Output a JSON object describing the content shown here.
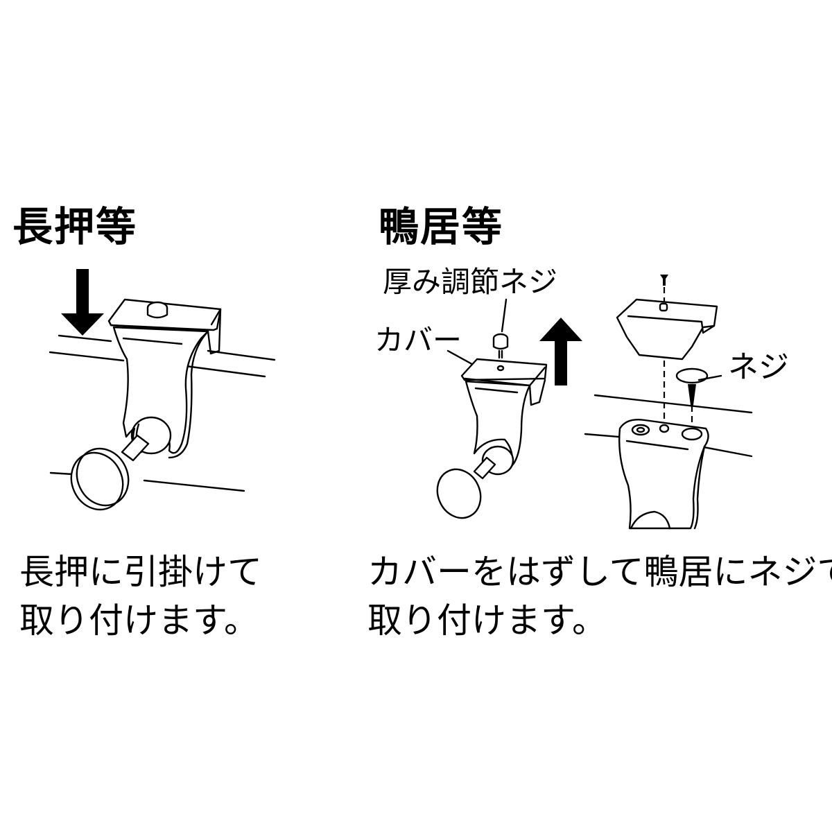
{
  "left_panel": {
    "heading": "長押等",
    "caption_lines": [
      "長押に引掛けて",
      "取り付けます。"
    ],
    "arrow_direction": "down"
  },
  "right_panel": {
    "heading": "鴨居等",
    "labels": {
      "thickness_screw": "厚み調節ネジ",
      "cover": "カバー",
      "screw": "ネジ"
    },
    "caption_lines": [
      "カバーをはずして鴨居にネジで",
      "取り付けます。"
    ],
    "arrow_direction": "up"
  },
  "colors": {
    "background": "#ffffff",
    "ink": "#000000"
  }
}
